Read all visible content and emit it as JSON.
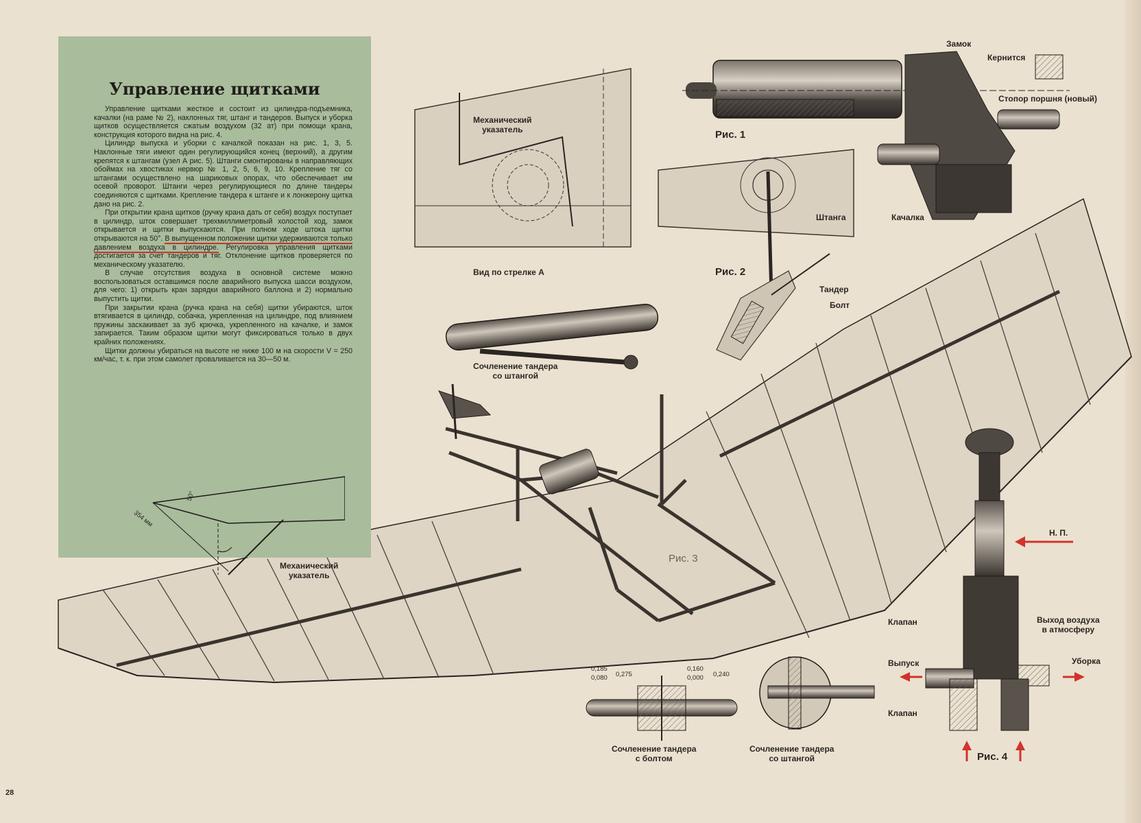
{
  "page_number": "28",
  "panel": {
    "title": "Управление щитками",
    "p1": "Управление щитками жесткое и состоит из цилиндра-подъемника, качалки (на раме № 2), наклонных тяг, штанг и тандеров. Выпуск и уборка щитков осуществляется сжатым воздухом (32 ат) при помощи крана, конструкция которого видна на рис. 4.",
    "p2": "Цилиндр выпуска и уборки с качалкой показан на рис. 1, 3, 5. Наклонные тяги имеют один регулирующийся конец (верхний), а другим крепятся к штангам (узел А рис. 5). Штанги смонтированы в направляющих обоймах на хвостиках нервюр № 1, 2, 5, 6, 9, 10. Крепление тяг со штангами осуществлено на шариковых опорах, что обеспечивает им осевой проворот. Штанги через регулирующиеся по длине тандеры соединяются с щитками. Крепление тандера к штанге и к лонжерону щитка дано на рис. 2.",
    "p3a": "При открытии крана щитков (ручку крана дать от себя) воздух поступает в цилиндр, шток совершает трехмиллиметровый холостой ход, замок открывается и щитки выпускаются. При полном ходе штока щитки открываются на 50°.",
    "p3b": "В выпущенном положении щитки удерживаются только давлением воздуха в цилиндре.",
    "p3c": "Регулировка управления щитками достигается за счет тандеров и тяг. Отклонение щитков проверяется по механическому указателю.",
    "p4": "В случае отсутствия воздуха в основной системе можно воспользоваться оставшимся после аварийного выпуска шасси воздухом, для чего: 1) открыть кран зарядки аварийного баллона и 2) нормально выпустить щитки.",
    "p5": "При закрытии крана (ручка крана на себя) щитки убираются, шток втягивается в цилиндр, собачка, укрепленная на цилиндре, под влиянием пружины заскакивает за зуб крючка, укрепленного на качалке, и замок запирается. Таким образом щитки могут фиксироваться только в двух крайних положениях.",
    "p6": "Щитки должны убираться на высоте не ниже 100 м на скорости V = 250 км/час, т. к. при этом самолет проваливается на 30—50 м.",
    "sketch_dim": "354 мм",
    "sketch_angle": "50°"
  },
  "labels": {
    "mech_indicator_top": "Механический\nуказатель",
    "view_a": "Вид по стрелке А",
    "fig1": "Рис. 1",
    "fig2": "Рис. 2",
    "fig3": "Рис. 3",
    "fig4": "Рис. 4",
    "zamok": "Замок",
    "kernitsya": "Кернится",
    "stopor": "Стопор поршня (новый)",
    "kachalka": "Качалка",
    "shtanga": "Штанга",
    "tander": "Тандер",
    "bolt": "Болт",
    "joint_rod": "Сочленение тандера\nсо штангой",
    "mech_indicator_wing": "Механический\nуказатель",
    "np": "Н. П.",
    "klapan1": "Клапан",
    "klapan2": "Клапан",
    "vypusk": "Выпуск",
    "uborka": "Уборка",
    "exhaust": "Выход воздуха\nв атмосферу",
    "joint_bolt": "Сочленение тандера\nс болтом",
    "joint_rod2": "Сочленение тандера\nсо штангой"
  },
  "dimensions": {
    "d1_top": "0,185",
    "d1_bottom": "0,080",
    "d2": "0,275",
    "d3_top": "0,160",
    "d3_bottom": "0,000",
    "d4": "0,240"
  },
  "colors": {
    "paper": "#ebe1d0",
    "panel": "#a9bc9c",
    "arrow_red": "#d0342c",
    "highlight": "#c0392b"
  }
}
